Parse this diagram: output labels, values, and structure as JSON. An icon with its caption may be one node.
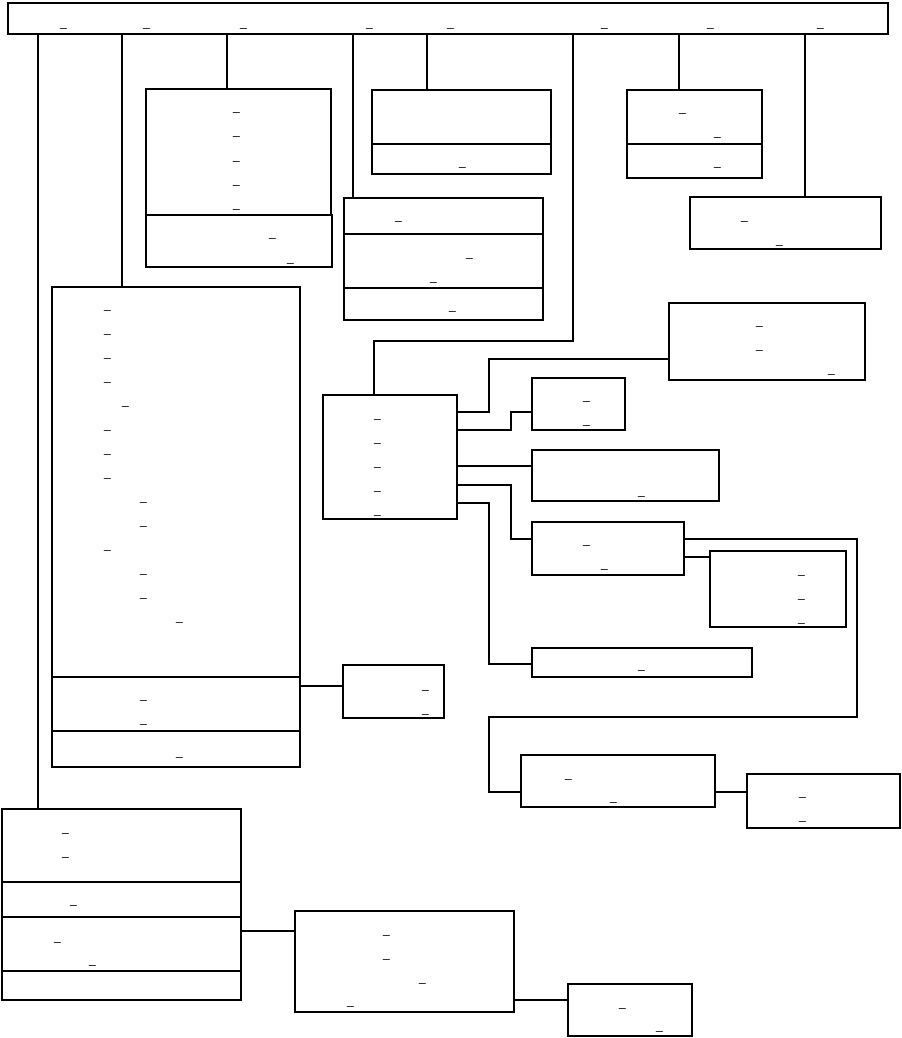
{
  "diagram": {
    "nodes": [
      {
        "text": [
          "_",
          "_",
          "_",
          "_",
          "_",
          "_",
          "_",
          "_"
        ]
      },
      {
        "text": [
          "_",
          "_",
          "_",
          "_",
          "_"
        ]
      },
      {
        "text": [
          "_",
          "_"
        ]
      },
      {
        "text": [],
        "shape": "box"
      },
      {
        "text": [
          "_"
        ]
      },
      {
        "text": [
          "_",
          "_"
        ]
      },
      {
        "text": [
          "_"
        ]
      },
      {
        "text": [
          "_",
          "_"
        ]
      },
      {
        "text": [
          "_"
        ]
      },
      {
        "text": [
          "_",
          "_"
        ]
      },
      {
        "text": [
          "_"
        ]
      },
      {
        "text": [
          "_",
          "_",
          "_",
          "_",
          "_",
          "_",
          "_",
          "_",
          "_",
          "_",
          "_",
          "_",
          "_",
          "_"
        ]
      },
      {
        "text": [
          "_",
          "_"
        ]
      },
      {
        "text": [
          "_"
        ]
      },
      {
        "text": [
          "_",
          "_"
        ]
      },
      {
        "text": [
          "_",
          "_",
          "_",
          "_",
          "_"
        ]
      },
      {
        "text": [
          "_",
          "_",
          "_"
        ]
      },
      {
        "text": [
          "_",
          "_"
        ]
      },
      {
        "text": [
          "_"
        ]
      },
      {
        "text": [
          "_",
          "_"
        ]
      },
      {
        "text": [
          "_",
          "_",
          "_"
        ]
      },
      {
        "text": [
          "_"
        ]
      },
      {
        "text": [
          "_",
          "_"
        ]
      },
      {
        "text": [
          "_",
          "_"
        ]
      },
      {
        "text": [
          "_",
          "_"
        ]
      },
      {
        "text": [
          "_"
        ]
      },
      {
        "text": [
          "_",
          "_"
        ]
      },
      {
        "text": [],
        "shape": "box"
      },
      {
        "text": [
          "_",
          "_",
          "_",
          "_"
        ]
      },
      {
        "text": [
          "_",
          "_"
        ]
      }
    ],
    "edges": [
      {
        "from": 0,
        "to": 24,
        "arrow": "none"
      },
      {
        "from": 0,
        "to": 11,
        "arrow": "none"
      },
      {
        "from": 0,
        "to": 1,
        "arrow": "none"
      },
      {
        "from": 0,
        "to": 8,
        "arrow": "none"
      },
      {
        "from": 0,
        "to": 3,
        "arrow": "none"
      },
      {
        "from": 0,
        "to": 15,
        "arrow": "none"
      },
      {
        "from": 0,
        "to": 5,
        "arrow": "none"
      },
      {
        "from": 0,
        "to": 7,
        "arrow": "none"
      },
      {
        "from": 12,
        "to": 14,
        "arrow": "none"
      },
      {
        "from": 15,
        "to": 16,
        "arrow": "none"
      },
      {
        "from": 15,
        "to": 17,
        "arrow": "none"
      },
      {
        "from": 15,
        "to": 18,
        "arrow": "none"
      },
      {
        "from": 15,
        "to": 19,
        "arrow": "none"
      },
      {
        "from": 15,
        "to": 21,
        "arrow": "none"
      },
      {
        "from": 19,
        "to": 20,
        "arrow": "none"
      },
      {
        "from": 19,
        "to": 22,
        "arrow": "none"
      },
      {
        "from": 22,
        "to": 23,
        "arrow": "none"
      },
      {
        "from": 26,
        "to": 28,
        "arrow": "none"
      },
      {
        "from": 28,
        "to": 29,
        "arrow": "none"
      }
    ]
  }
}
